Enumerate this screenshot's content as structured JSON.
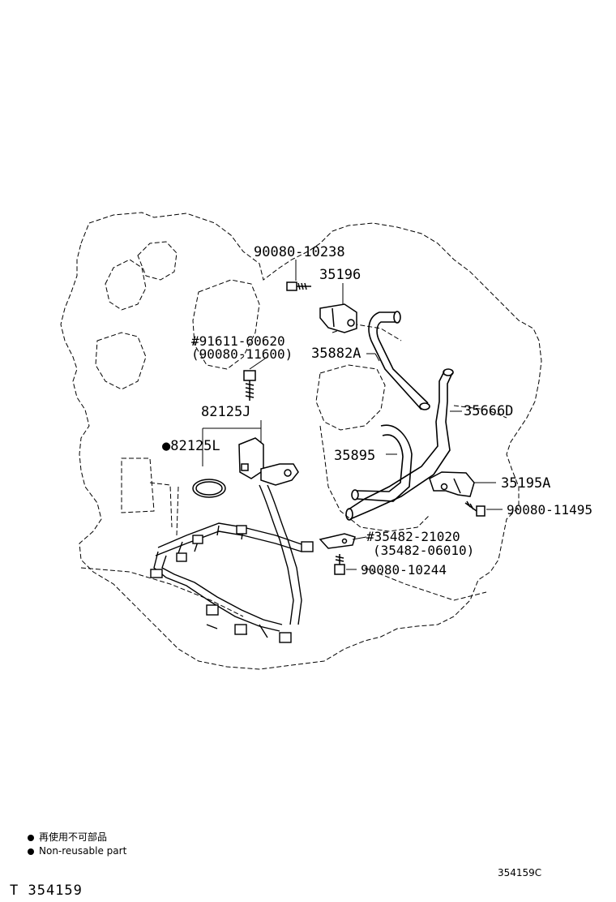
{
  "parts": {
    "p1": "90080-10238",
    "p2": "35196",
    "p3": "#91611-60620",
    "p4": "(90080-11600)",
    "p5": "35882A",
    "p6": "82125J",
    "p7": "35666D",
    "p8": "●82125L",
    "p9": "35895",
    "p10": "35195A",
    "p11": "90080-11495",
    "p12": "#35482-21020",
    "p13": "(35482-06010)",
    "p14": "90080-10244"
  },
  "legend": {
    "line1": "再使用不可部品",
    "line2": "Non-reusable part"
  },
  "figure_code": "354159C",
  "illustration_number": "T 354159"
}
